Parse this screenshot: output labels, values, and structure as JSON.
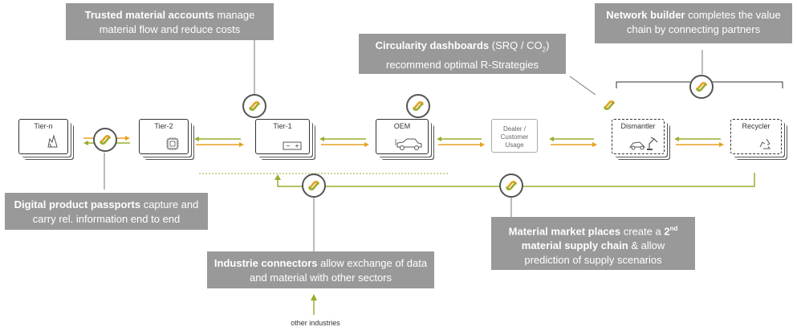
{
  "callouts": {
    "trusted": {
      "bold": "Trusted material accounts",
      "text": " manage material flow and reduce costs"
    },
    "circularity": {
      "bold": "Circularity dashboards",
      "text1": " (SRQ / CO",
      "sub": "2",
      "text2": ") recommend optimal R-Strategies"
    },
    "network": {
      "bold": "Network builder",
      "text": " completes the value chain by connecting partners"
    },
    "passports": {
      "bold": "Digital product passports",
      "text": " capture and carry rel. information end to end"
    },
    "markets": {
      "bold": "Material market places",
      "text1": " create a ",
      "bold2": "2",
      "sup": "nd",
      "bold3": " material supply chain",
      "text2": " & allow prediction of supply scenarios"
    },
    "connectors": {
      "bold": "Industrie connectors",
      "text": " allow exchange of data and material with other sectors"
    }
  },
  "nodes": {
    "tier_n": "Tier-n",
    "tier_2": "Tier-2",
    "tier_1": "Tier-1",
    "oem": "OEM",
    "dealer_line1": "Dealer /",
    "dealer_line2": "Customer",
    "dealer_line3": "Usage",
    "dismantler": "Dismantler",
    "recycler": "Recycler"
  },
  "bottom_note": "other industries",
  "colors": {
    "orange": "#E8A020",
    "green": "#9AAE2E",
    "callout": "#999999",
    "badge_border": "#555555"
  },
  "icons": [
    "link-logo-icon",
    "crystal-icon",
    "chip-icon",
    "battery-icon",
    "car-icon",
    "robot-arm-icon",
    "recycle-icon"
  ]
}
